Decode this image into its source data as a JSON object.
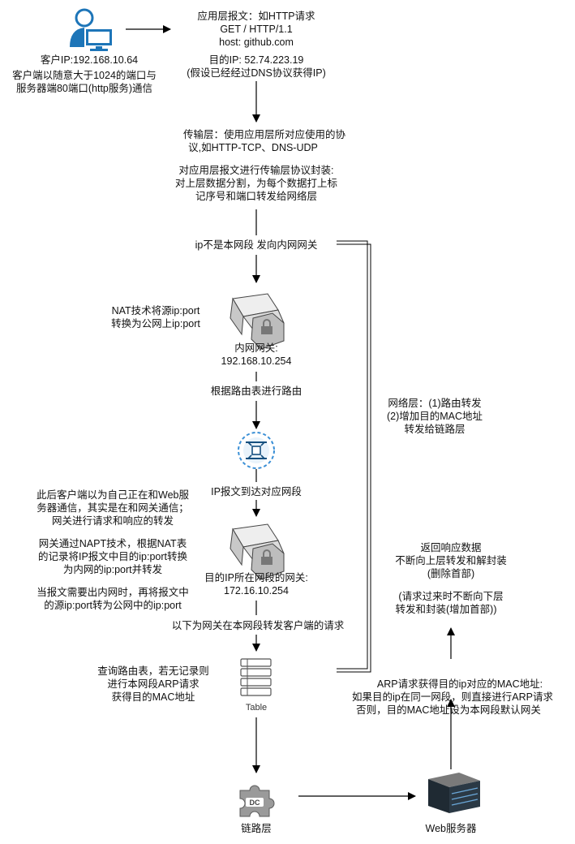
{
  "client": {
    "ip_label": "客户IP:192.168.10.64",
    "port_desc": [
      "客户端以随意大于1024的端口与",
      "服务器端80端口(http服务)通信"
    ]
  },
  "app_layer": {
    "lines": [
      "应用层报文：如HTTP请求",
      "GET / HTTP/1.1",
      "host: github.com"
    ],
    "dest_ip": [
      "目的IP: 52.74.223.19",
      "(假设已经经过DNS协议获得IP)"
    ]
  },
  "transport": {
    "desc": [
      "传输层：使用应用层所对应使用的协",
      "议,如HTTP-TCP、DNS-UDP"
    ],
    "encap": [
      "对应用层报文进行传输层协议封装:",
      "对上层数据分割，为每个数据打上标",
      "记序号和端口转发给网络层"
    ]
  },
  "network_hop": {
    "not_local": "ip不是本网段 发向内网网关",
    "nat_note": [
      "NAT技术将源ip:port",
      "转换为公网上ip:port"
    ],
    "inner_gateway": [
      "内网网关:",
      "192.168.10.254"
    ],
    "routing": "根据路由表进行路由",
    "reach_segment": "IP报文到达对应网段",
    "client_note": [
      "此后客户端以为自己正在和Web服",
      "务器通信，其实是在和网关通信；",
      "网关进行请求和响应的转发"
    ],
    "napt_note": [
      "网关通过NAPT技术，根据NAT表",
      "的记录将IP报文中目的ip:port转换",
      "为内网的ip:port并转发"
    ],
    "out_note": [
      "当报文需要出内网时，再将报文中",
      "的源ip:port转为公网中的ip:port"
    ],
    "dest_gateway": [
      "目的IP所在网段的网关:",
      "172.16.10.254"
    ],
    "forward_note": "以下为网关在本网段转发客户端的请求"
  },
  "network_layer_note": [
    "网络层：(1)路由转发",
    "(2)增加目的MAC地址",
    "转发给链路层"
  ],
  "route_lookup": [
    "查询路由表，若无记录则",
    "进行本网段ARP请求",
    "获得目的MAC地址"
  ],
  "table_label": "Table",
  "link_layer_label": "链路层",
  "web_server_label": "Web服务器",
  "dc_badge": "DC",
  "arp_note": [
    "ARP请求获得目的ip对应的MAC地址:",
    "如果目的ip在同一网段，则直接进行ARP请求",
    "否则，目的MAC地址设为本网段默认网关"
  ],
  "response_note": [
    "返回响应数据",
    "不断向上层转发和解封装",
    "(删除首部)"
  ],
  "request_note": [
    "(请求过来时不断向下层",
    "转发和封装(增加首部))"
  ]
}
